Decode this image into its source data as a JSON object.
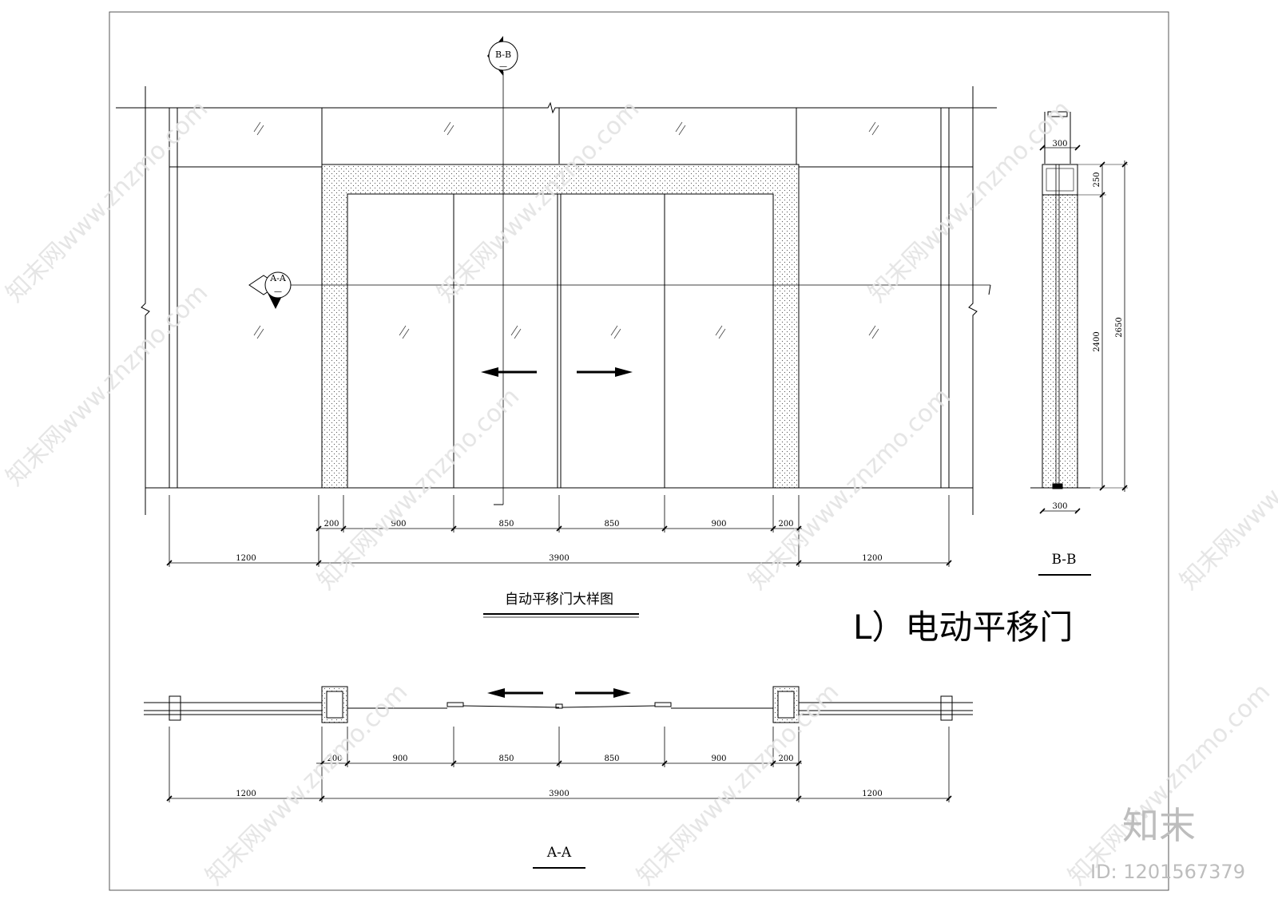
{
  "drawing": {
    "main_title": "L）电动平移门",
    "elevation_title": "自动平移门大样图",
    "section_aa_label": "A-A",
    "section_bb_label": "B-B",
    "section_marker_aa": "A-A",
    "section_marker_bb": "B-B",
    "marker_dash": "—"
  },
  "elevation_dims": {
    "inner": [
      "200",
      "900",
      "850",
      "850",
      "900",
      "200"
    ],
    "outer": [
      "1200",
      "3900",
      "1200"
    ]
  },
  "plan_dims": {
    "inner": [
      "200",
      "900",
      "850",
      "850",
      "900",
      "200"
    ],
    "outer": [
      "1200",
      "3900",
      "1200"
    ]
  },
  "side_section_dims": {
    "top_width": "300",
    "bottom_width": "300",
    "header_height": "250",
    "door_height": "2400",
    "total_height": "2650"
  },
  "watermark": {
    "brand": "知末",
    "id_text": "ID: 1201567379",
    "repeat_text": "知末网www.znzmo.com"
  }
}
